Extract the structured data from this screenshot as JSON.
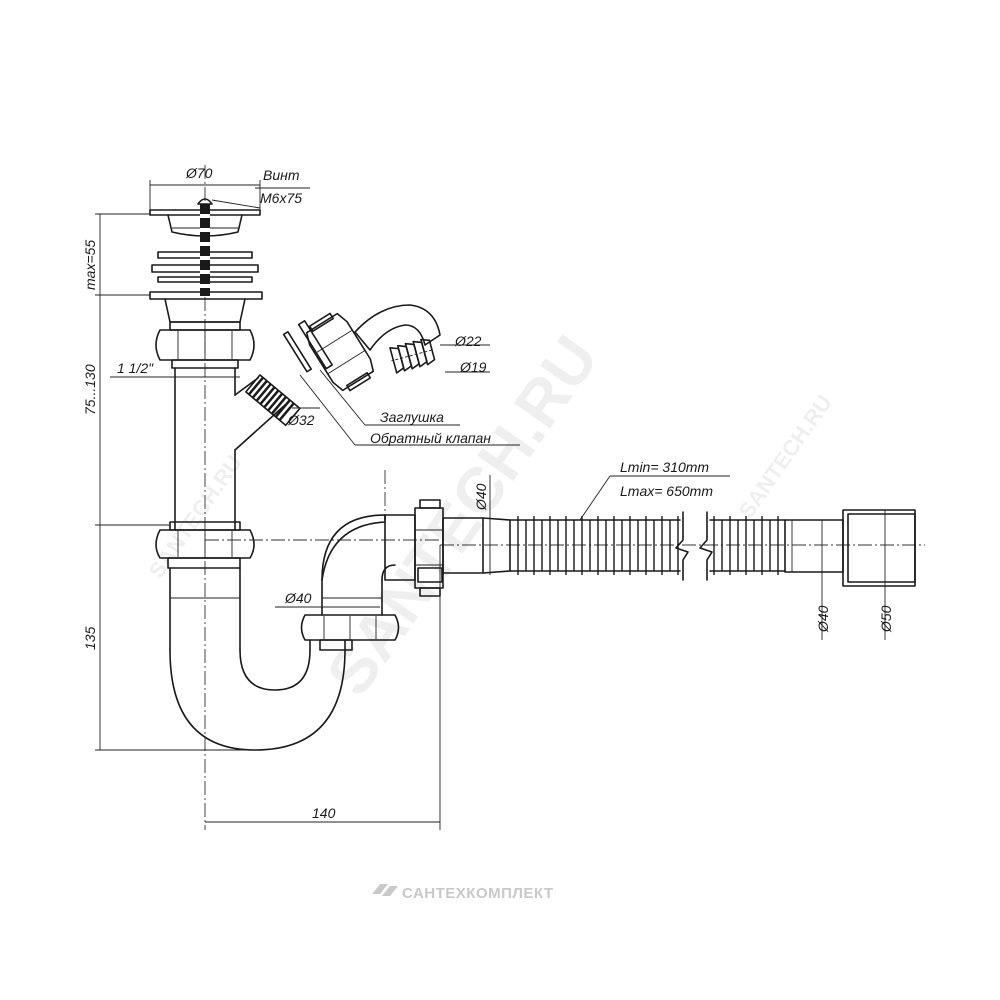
{
  "dimensions": {
    "top_diameter": "Ø70",
    "screw_label_line1": "Винт",
    "screw_label_line2": "M6x75",
    "height_max": "max=55",
    "height_range": "75...130",
    "thread": "1 1/2\"",
    "side_outlet_diameter": "Ø32",
    "hose_diameter_1": "Ø22",
    "hose_diameter_2": "Ø19",
    "trap_height": "135",
    "trap_width": "140",
    "trap_outlet_diameter": "Ø40",
    "corrugated_diameter": "Ø40",
    "pipe_end_diameter_inner": "Ø40",
    "pipe_end_diameter_outer": "Ø50",
    "length_min": "Lmin= 310mm",
    "length_max": "Lmax= 650mm"
  },
  "callouts": {
    "plug": "Заглушка",
    "check_valve": "Обратный клапан"
  },
  "watermarks": {
    "main": "SANTECH.RU",
    "small_1": "SANTECH.RU",
    "small_2": "SANTECH.RU"
  },
  "brand": {
    "name": "САНТЕХКОМПЛЕКТ",
    "color": "#c9c9c9"
  }
}
